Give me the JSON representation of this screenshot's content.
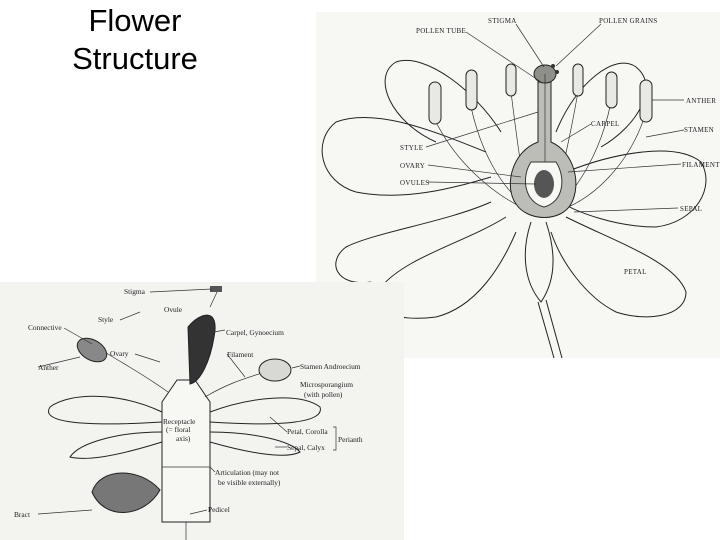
{
  "title": {
    "line1": "Flower",
    "line2": "Structure"
  },
  "top_diagram": {
    "labels": {
      "pollen_tube": "POLLEN TUBE",
      "stigma": "STIGMA",
      "pollen_grains": "POLLEN GRAINS",
      "anther": "ANTHER",
      "carpel": "CARPEL",
      "stamen": "STAMEN",
      "style": "STYLE",
      "ovary": "OVARY",
      "ovules": "OVULES",
      "filament": "FILAMENT",
      "sepal": "SEPAL",
      "petal": "PETAL"
    }
  },
  "bottom_diagram": {
    "labels": {
      "stigma": "Stigma",
      "style": "Style",
      "ovule": "Ovule",
      "connective": "Connective",
      "carpel_gynoecium": "Carpel, Gynoecium",
      "ovary": "Ovary",
      "anther": "Anther",
      "filament": "Filament",
      "stamen_androecium": "Stamen Androecium",
      "microsporangium": "Microsporangium",
      "with_pollen": "(with pollen)",
      "receptacle_1": "Receptacle",
      "receptacle_2": "(= floral",
      "receptacle_3": "axis)",
      "petal_corolla": "Petal, Corolla",
      "sepal_calyx": "Sepal, Calyx",
      "perianth": "Perianth",
      "articulation_1": "Articulation (may not",
      "articulation_2": "be visible externally)",
      "bract": "Bract",
      "pedicel": "Pedicel"
    }
  }
}
